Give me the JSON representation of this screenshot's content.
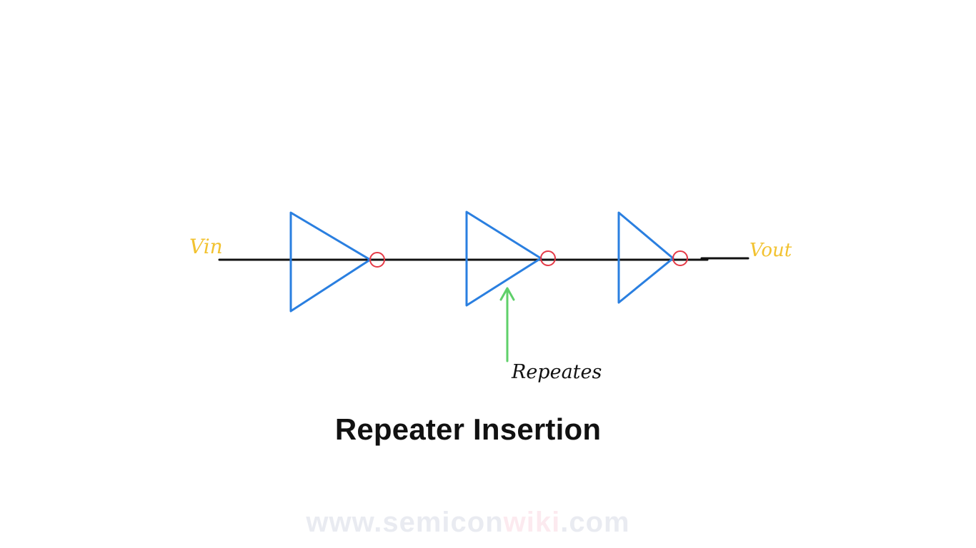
{
  "diagram": {
    "input_label": "Vin",
    "output_label": "Vout",
    "annotation_label": "Repeates",
    "caption": "Repeater Insertion",
    "colors": {
      "wire": "#111111",
      "buffer": "#2a7fe0",
      "bubble": "#e53946",
      "io_label": "#f2c230",
      "arrow": "#5fd06a",
      "annotation_text": "#111111"
    }
  },
  "watermark": {
    "prefix": "www.semicon",
    "highlight": "wiki",
    "suffix": ".com",
    "colors": {
      "base": "#1a2a6c",
      "highlight": "#e0245e"
    }
  }
}
